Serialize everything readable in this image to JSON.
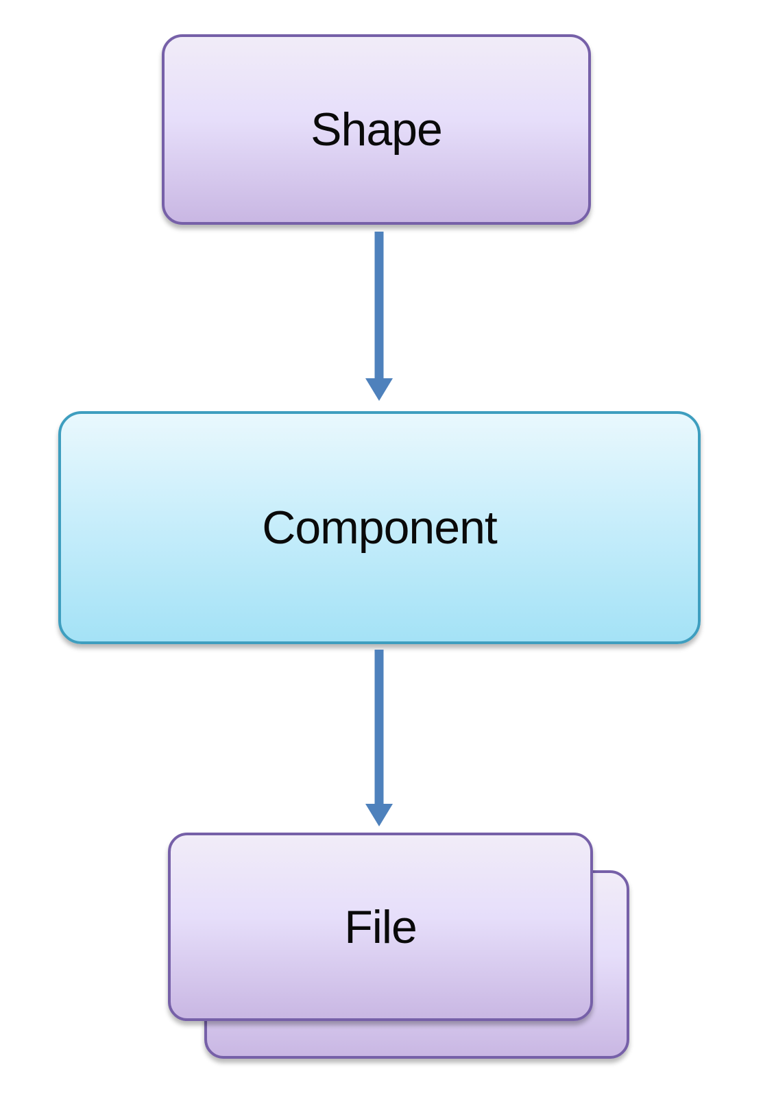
{
  "diagram": {
    "type": "flow",
    "direction": "top-to-bottom",
    "nodes": [
      {
        "id": "shape",
        "label": "Shape",
        "style": "purple-gradient-rounded-rect"
      },
      {
        "id": "component",
        "label": "Component",
        "style": "cyan-gradient-rounded-rect"
      },
      {
        "id": "file",
        "label": "File",
        "style": "purple-gradient-rounded-rect-stacked",
        "stacked": true
      }
    ],
    "edges": [
      {
        "from": "shape",
        "to": "component",
        "arrow": "down"
      },
      {
        "from": "component",
        "to": "file",
        "arrow": "down"
      }
    ],
    "colors": {
      "purple_fill_top": "#f1ecf8",
      "purple_fill_bottom": "#c9b7e3",
      "purple_border": "#7660a8",
      "cyan_fill_top": "#e9f8fd",
      "cyan_fill_bottom": "#a4e2f6",
      "cyan_border": "#3e9ebf",
      "arrow_blue": "#4e81bc",
      "text": "#0a0a0a",
      "background": "#ffffff"
    }
  }
}
